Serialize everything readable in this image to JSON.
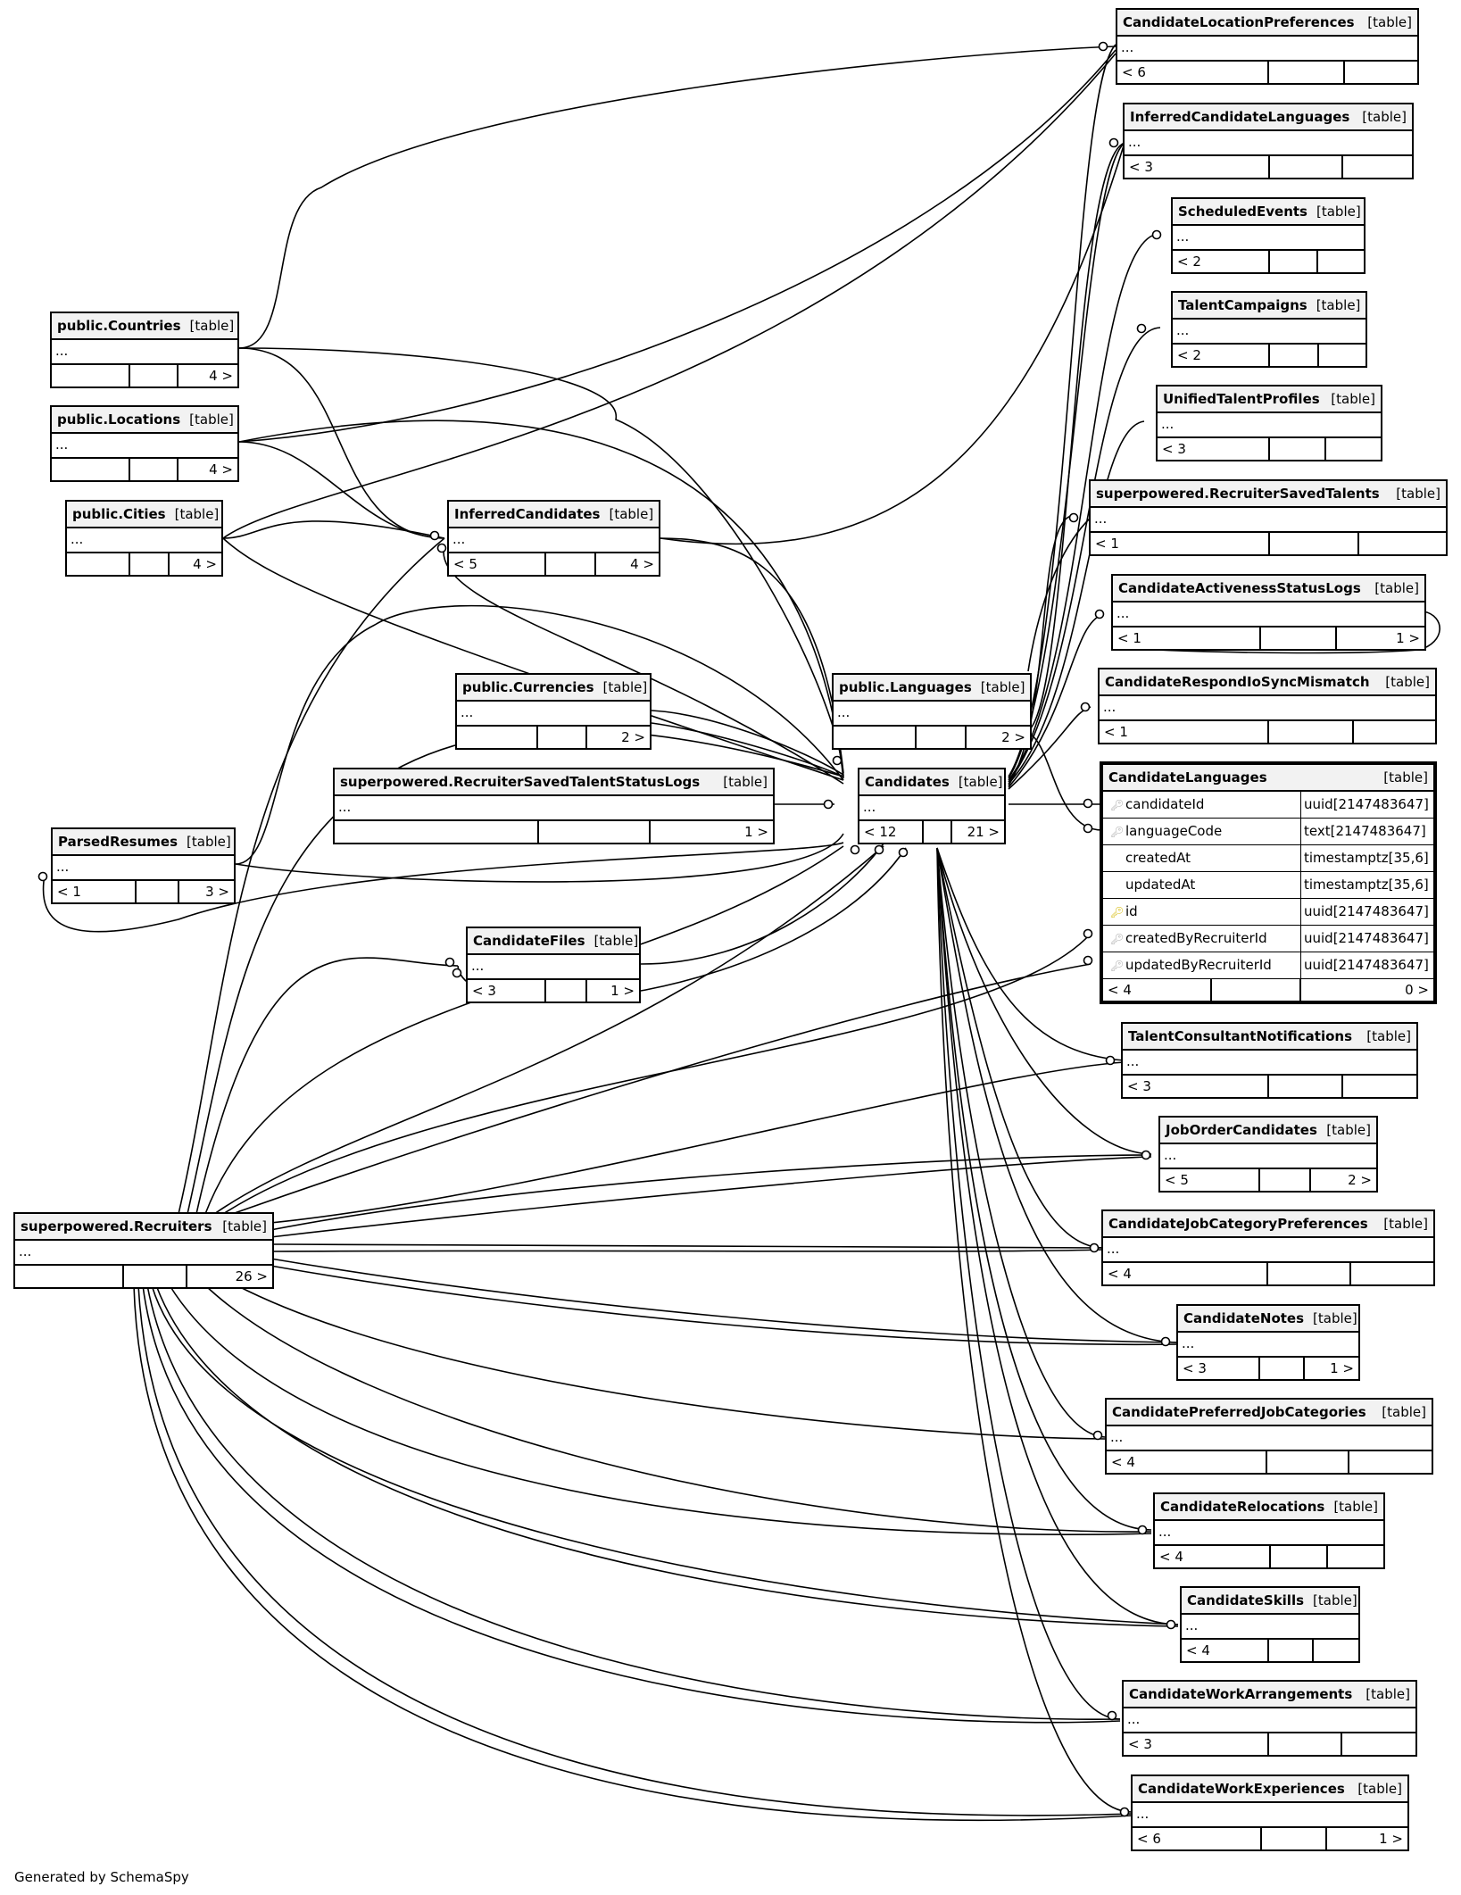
{
  "diagram": {
    "kind_label": "[table]",
    "ellipsis": "...",
    "generated_by": "Generated by SchemaSpy",
    "colors": {
      "line": "#000000",
      "header_bg": "#f2f2f2",
      "pk_icon": "#d4b800",
      "fk_icon": "#aaaaaa"
    }
  },
  "tables": {
    "CandidateLocationPreferences": {
      "name": "CandidateLocationPreferences",
      "foot": [
        "< 6",
        "",
        ""
      ]
    },
    "InferredCandidateLanguages": {
      "name": "InferredCandidateLanguages",
      "foot": [
        "< 3",
        "",
        ""
      ]
    },
    "ScheduledEvents": {
      "name": "ScheduledEvents",
      "foot": [
        "< 2",
        "",
        ""
      ]
    },
    "TalentCampaigns": {
      "name": "TalentCampaigns",
      "foot": [
        "< 2",
        "",
        ""
      ]
    },
    "UnifiedTalentProfiles": {
      "name": "UnifiedTalentProfiles",
      "foot": [
        "< 3",
        "",
        ""
      ]
    },
    "RecruiterSavedTalents": {
      "name": "superpowered.RecruiterSavedTalents",
      "foot": [
        "< 1",
        "",
        ""
      ]
    },
    "CandidateActivenessStatusLogs": {
      "name": "CandidateActivenessStatusLogs",
      "foot": [
        "< 1",
        "",
        "1 >"
      ]
    },
    "CandidateRespondIoSyncMismatch": {
      "name": "CandidateRespondIoSyncMismatch",
      "foot": [
        "< 1",
        "",
        ""
      ]
    },
    "CandidateLanguages": {
      "name": "CandidateLanguages",
      "columns": [
        {
          "name": "candidateId",
          "type": "uuid[2147483647]",
          "key": "fk"
        },
        {
          "name": "languageCode",
          "type": "text[2147483647]",
          "key": "fk"
        },
        {
          "name": "createdAt",
          "type": "timestamptz[35,6]",
          "key": ""
        },
        {
          "name": "updatedAt",
          "type": "timestamptz[35,6]",
          "key": ""
        },
        {
          "name": "id",
          "type": "uuid[2147483647]",
          "key": "pk"
        },
        {
          "name": "createdByRecruiterId",
          "type": "uuid[2147483647]",
          "key": "fk"
        },
        {
          "name": "updatedByRecruiterId",
          "type": "uuid[2147483647]",
          "key": "fk"
        }
      ],
      "foot": [
        "< 4",
        "",
        "0 >"
      ]
    },
    "TalentConsultantNotifications": {
      "name": "TalentConsultantNotifications",
      "foot": [
        "< 3",
        "",
        ""
      ]
    },
    "JobOrderCandidates": {
      "name": "JobOrderCandidates",
      "foot": [
        "< 5",
        "",
        "2 >"
      ]
    },
    "CandidateJobCategoryPreferences": {
      "name": "CandidateJobCategoryPreferences",
      "foot": [
        "< 4",
        "",
        ""
      ]
    },
    "CandidateNotes": {
      "name": "CandidateNotes",
      "foot": [
        "< 3",
        "",
        "1 >"
      ]
    },
    "CandidatePreferredJobCategories": {
      "name": "CandidatePreferredJobCategories",
      "foot": [
        "< 4",
        "",
        ""
      ]
    },
    "CandidateRelocations": {
      "name": "CandidateRelocations",
      "foot": [
        "< 4",
        "",
        ""
      ]
    },
    "CandidateSkills": {
      "name": "CandidateSkills",
      "foot": [
        "< 4",
        "",
        ""
      ]
    },
    "CandidateWorkArrangements": {
      "name": "CandidateWorkArrangements",
      "foot": [
        "< 3",
        "",
        ""
      ]
    },
    "CandidateWorkExperiences": {
      "name": "CandidateWorkExperiences",
      "foot": [
        "< 6",
        "",
        "1 >"
      ]
    },
    "Countries": {
      "name": "public.Countries",
      "foot": [
        "",
        "",
        "4 >"
      ]
    },
    "Locations": {
      "name": "public.Locations",
      "foot": [
        "",
        "",
        "4 >"
      ]
    },
    "Cities": {
      "name": "public.Cities",
      "foot": [
        "",
        "",
        "4 >"
      ]
    },
    "InferredCandidates": {
      "name": "InferredCandidates",
      "foot": [
        "< 5",
        "",
        "4 >"
      ]
    },
    "Currencies": {
      "name": "public.Currencies",
      "foot": [
        "",
        "",
        "2 >"
      ]
    },
    "Languages": {
      "name": "public.Languages",
      "foot": [
        "",
        "",
        "2 >"
      ]
    },
    "RecruiterSavedTalentStatusLogs": {
      "name": "superpowered.RecruiterSavedTalentStatusLogs",
      "foot": [
        "",
        "",
        "1 >"
      ]
    },
    "Candidates": {
      "name": "Candidates",
      "foot": [
        "< 12",
        "",
        "21 >"
      ]
    },
    "ParsedResumes": {
      "name": "ParsedResumes",
      "foot": [
        "< 1",
        "",
        "3 >"
      ]
    },
    "CandidateFiles": {
      "name": "CandidateFiles",
      "foot": [
        "< 3",
        "",
        "1 >"
      ]
    },
    "Recruiters": {
      "name": "superpowered.Recruiters",
      "foot": [
        "",
        "",
        "26 >"
      ]
    }
  }
}
